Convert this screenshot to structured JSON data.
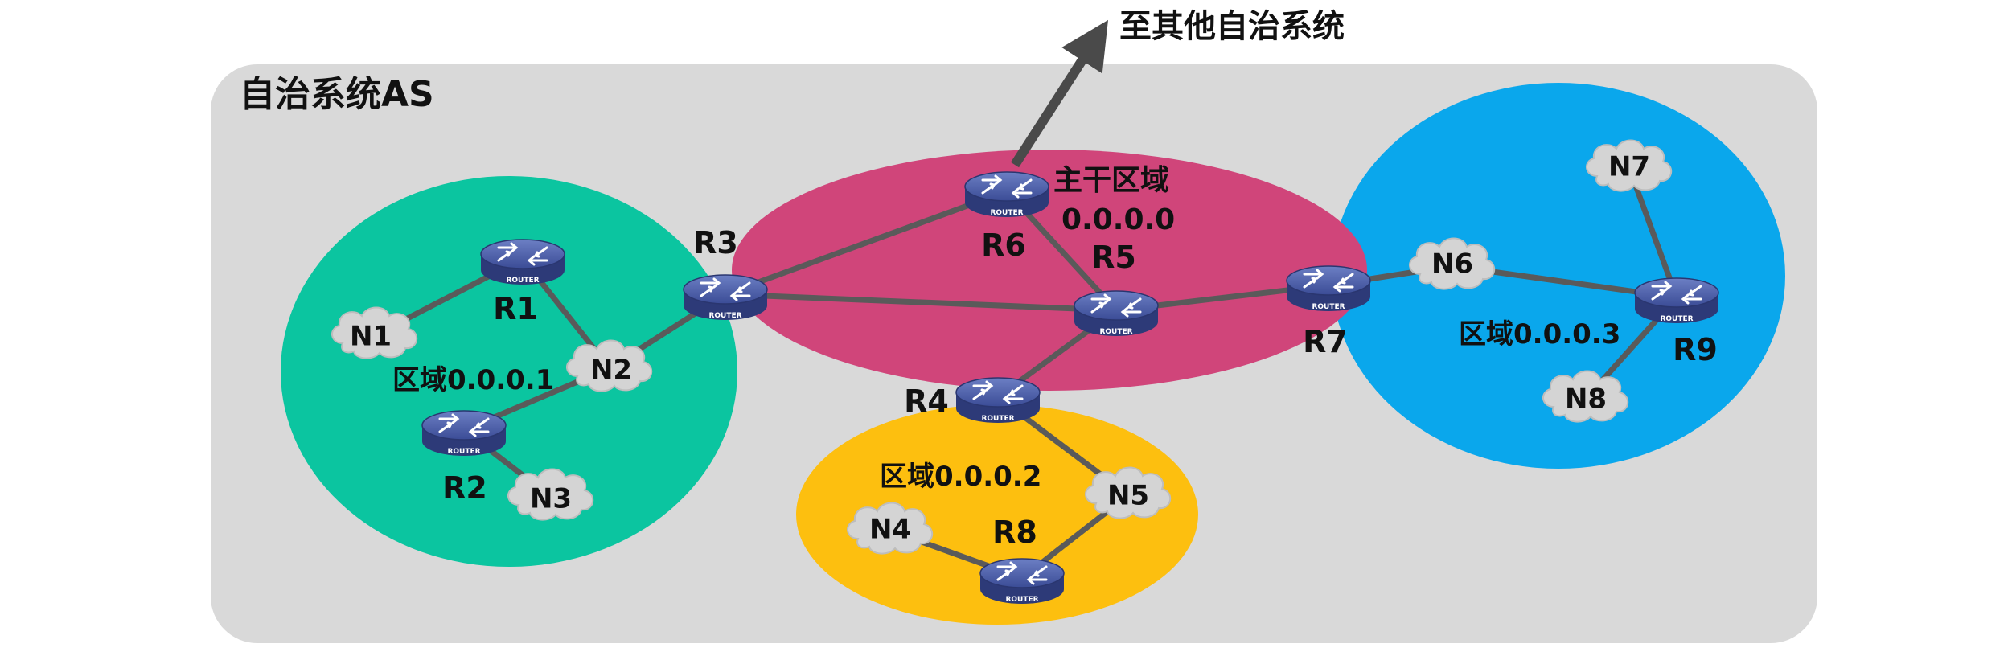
{
  "diagram": {
    "as_label": "自治系统AS",
    "external_label": "至其他自治系统",
    "backbone_label": "主干区域",
    "backbone_id": "0.0.0.0",
    "area1_label": "区域0.0.0.1",
    "area2_label": "区域0.0.0.2",
    "area3_label": "区域0.0.0.3",
    "router_badge": "ROUTER",
    "routers": {
      "r1": "R1",
      "r2": "R2",
      "r3": "R3",
      "r4": "R4",
      "r5": "R5",
      "r6": "R6",
      "r7": "R7",
      "r8": "R8",
      "r9": "R9"
    },
    "networks": {
      "n1": "N1",
      "n2": "N2",
      "n3": "N3",
      "n4": "N4",
      "n5": "N5",
      "n6": "N6",
      "n7": "N7",
      "n8": "N8"
    },
    "colors": {
      "as_background": "#d9d9d9",
      "area1": "#0bc5a0",
      "backbone": "#d0457a",
      "area2": "#fdbf0f",
      "area3": "#0aa7ec",
      "link": "#555555",
      "router": "#3d4f9a",
      "cloud": "#cfcfcf"
    }
  }
}
